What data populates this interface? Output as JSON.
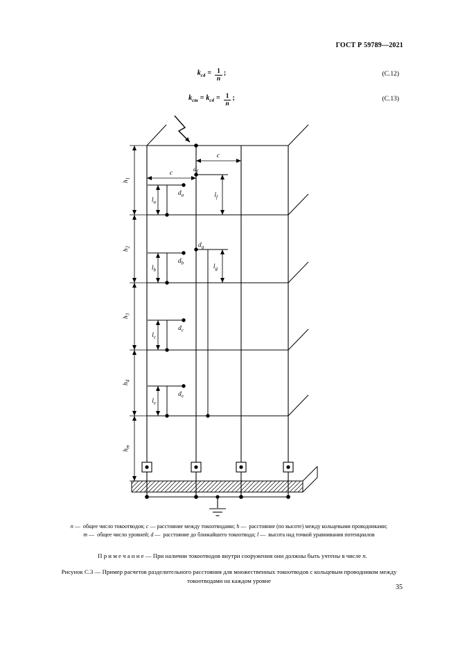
{
  "page": {
    "header": "ГОСТ Р 59789—2021",
    "number": "35"
  },
  "formulas": {
    "f1": {
      "k": "k",
      "ks": "с4",
      "eq": "=",
      "num": "1",
      "den": "n",
      "semi": ";",
      "tag": "(С.12)"
    },
    "f2": {
      "k1": "k",
      "k1s": "сm",
      "eq1": "=",
      "k2": "k",
      "k2s": "с4",
      "eq2": "=",
      "num": "1",
      "den": "n",
      "semi": ";",
      "tag": "(С.13)"
    }
  },
  "diagram": {
    "labels": {
      "c_top": "c",
      "c_left": "c",
      "h1": {
        "b": "h",
        "s": "1"
      },
      "h2": {
        "b": "h",
        "s": "2"
      },
      "h3": {
        "b": "h",
        "s": "3"
      },
      "h4": {
        "b": "h",
        "s": "4"
      },
      "hm": {
        "b": "h",
        "s": "m"
      },
      "la": {
        "b": "l",
        "s": "a"
      },
      "lb": {
        "b": "l",
        "s": "b"
      },
      "lc": {
        "b": "l",
        "s": "c"
      },
      "le": {
        "b": "l",
        "s": "e"
      },
      "lf": {
        "b": "l",
        "s": "f"
      },
      "lg": {
        "b": "l",
        "s": "g"
      },
      "da": {
        "b": "d",
        "s": "a"
      },
      "db": {
        "b": "d",
        "s": "b"
      },
      "dc": {
        "b": "d",
        "s": "c"
      },
      "de": {
        "b": "d",
        "s": "e"
      },
      "df": {
        "b": "d",
        "s": "f"
      },
      "dg": {
        "b": "d",
        "s": "g"
      }
    }
  },
  "legend": {
    "items": [
      {
        "v": "n",
        "t": " —  общее число токоотводов; "
      },
      {
        "v": "c",
        "t": " — расстояние между токоотводами; "
      },
      {
        "v": "h",
        "t": " —  расстояние (по высоте) между кольцевыми проводниками;"
      },
      {
        "v": "m",
        "t": " —  общее число уровней; "
      },
      {
        "v": "d",
        "t": " —  расстояние до ближайшего токоотвода; "
      },
      {
        "v": "l",
        "t": " —  высота над точкой уравнивания потенциалов"
      }
    ]
  },
  "note": {
    "label": "П р и м е ч а н и е",
    "dash": " — ",
    "text": "При наличии токоотводов внутри сооружения они должны быть учтены в числе ",
    "var": "n",
    "end": "."
  },
  "caption": "Рисунок С.3  — Пример расчетов разделительного расстояния для множественных токоотводов с кольцевым проводником между токоотводами на каждом уровне"
}
